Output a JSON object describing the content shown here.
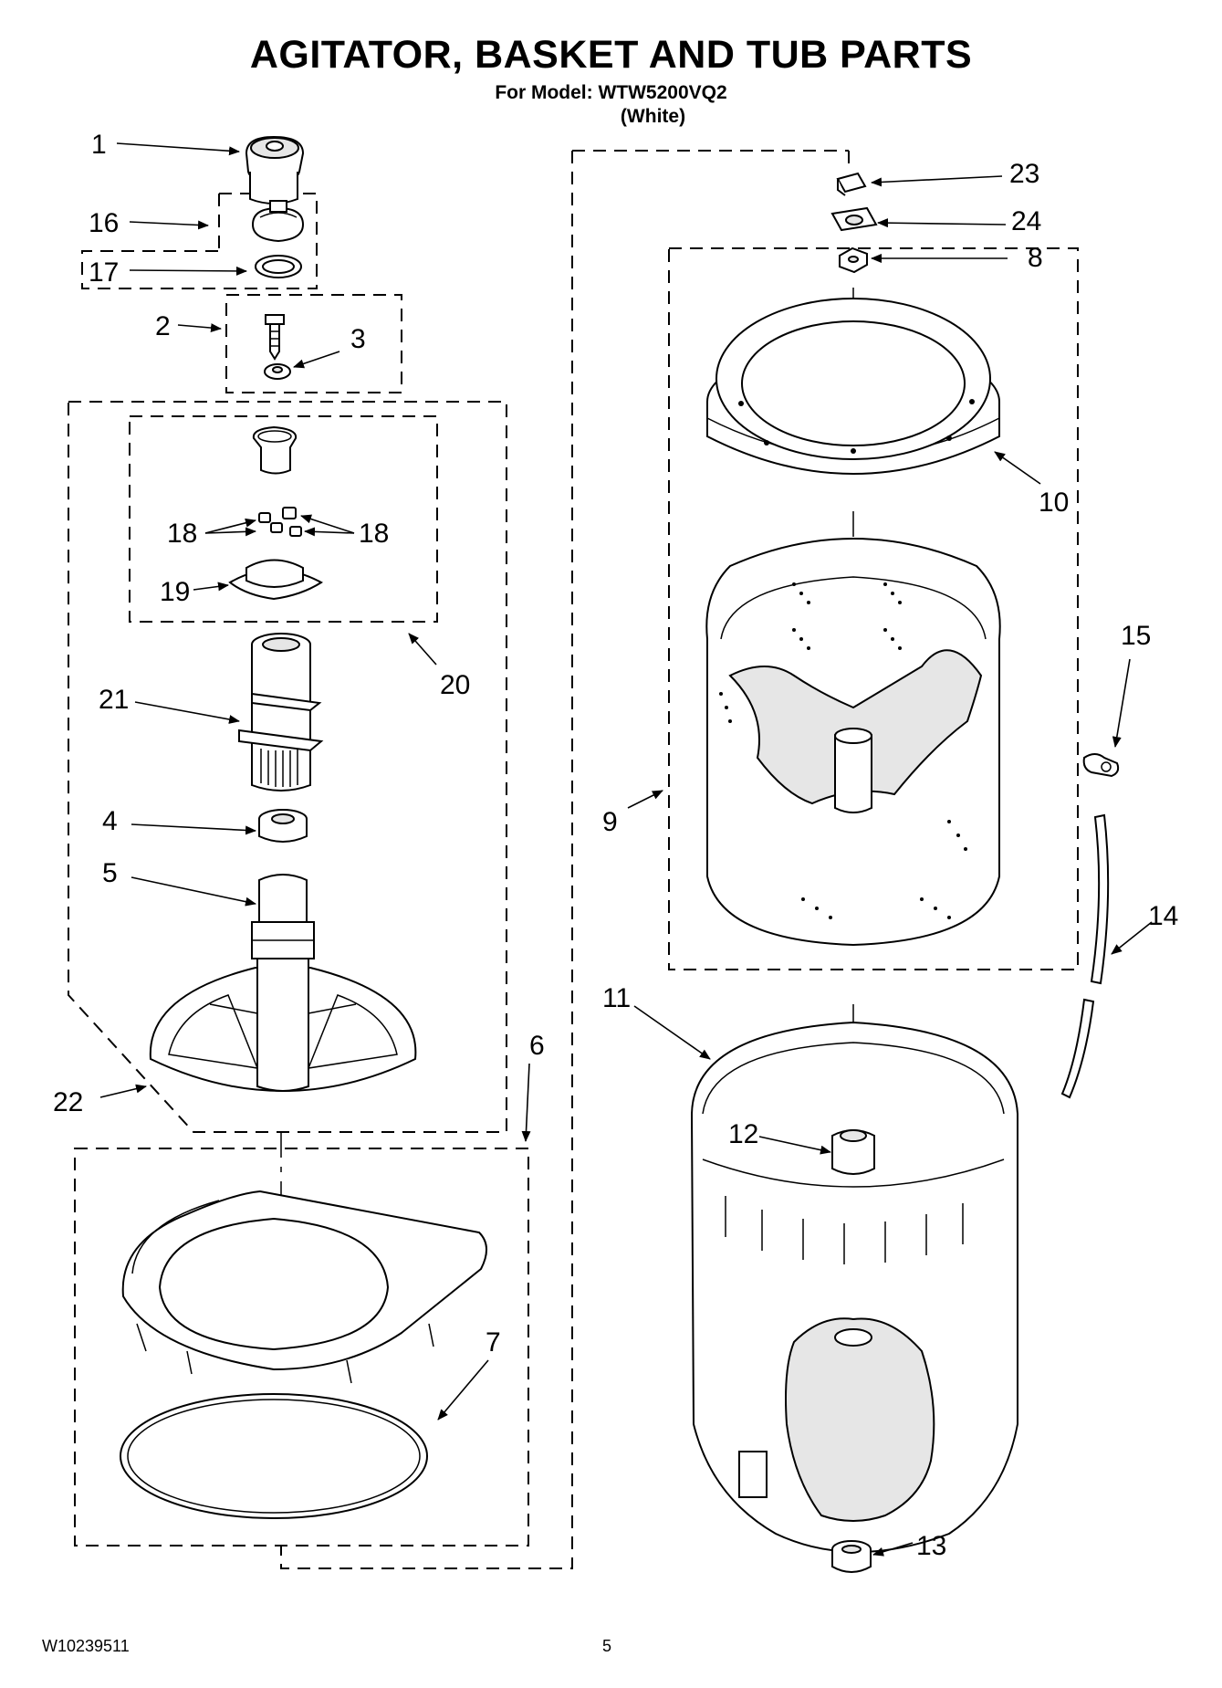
{
  "header": {
    "title": "AGITATOR, BASKET AND TUB PARTS",
    "model_line": "For Model: WTW5200VQ2",
    "color_line": "(White)"
  },
  "footer": {
    "doc_number": "W10239511",
    "page_number": "5"
  },
  "callouts": {
    "c1": "1",
    "c2": "2",
    "c3": "3",
    "c4": "4",
    "c5": "5",
    "c6": "6",
    "c7": "7",
    "c8": "8",
    "c9": "9",
    "c10": "10",
    "c11": "11",
    "c12": "12",
    "c13": "13",
    "c14": "14",
    "c15": "15",
    "c16": "16",
    "c17": "17",
    "c18a": "18",
    "c18b": "18",
    "c19": "19",
    "c20": "20",
    "c21": "21",
    "c22": "22",
    "c23": "23",
    "c24": "24"
  }
}
